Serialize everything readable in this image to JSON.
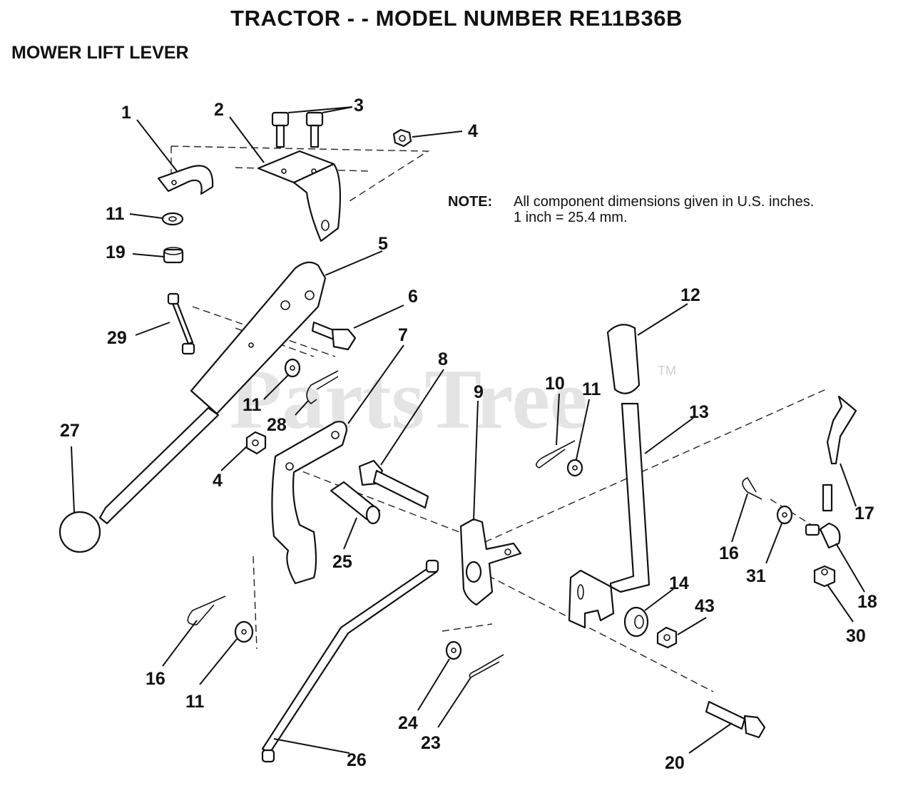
{
  "header": {
    "title": "TRACTOR - - MODEL NUMBER RE11B36B",
    "section": "MOWER LIFT LEVER"
  },
  "note": {
    "label": "NOTE:",
    "line1": "All component dimensions given in U.S. inches.",
    "line2": "1 inch = 25.4 mm."
  },
  "watermark": {
    "text": "PartsTree",
    "trademark": "TM"
  },
  "callouts": {
    "c1": "1",
    "c2": "2",
    "c3": "3",
    "c4a": "4",
    "c4b": "4",
    "c5": "5",
    "c6": "6",
    "c7": "7",
    "c8": "8",
    "c9": "9",
    "c10": "10",
    "c11a": "11",
    "c11b": "11",
    "c11c": "11",
    "c11d": "11",
    "c12": "12",
    "c13": "13",
    "c14": "14",
    "c16a": "16",
    "c16b": "16",
    "c17": "17",
    "c18": "18",
    "c19": "19",
    "c20": "20",
    "c23": "23",
    "c24": "24",
    "c25": "25",
    "c26": "26",
    "c27": "27",
    "c28": "28",
    "c29": "29",
    "c30": "30",
    "c31": "31",
    "c43": "43"
  }
}
